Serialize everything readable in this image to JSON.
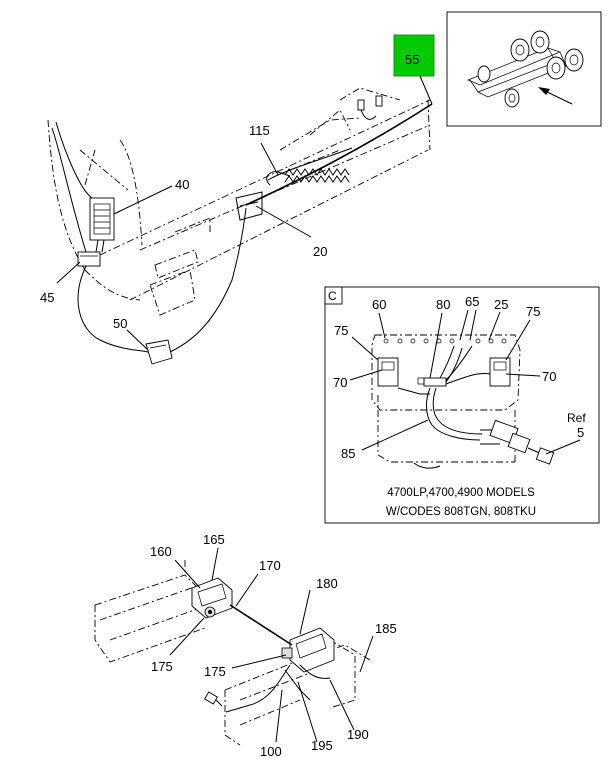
{
  "callouts": {
    "c55": "55",
    "c115": "115",
    "c40": "40",
    "c20": "20",
    "c45": "45",
    "c50": "50",
    "c160": "160",
    "c165": "165",
    "c170": "170",
    "c180": "180",
    "c185": "185",
    "c175a": "175",
    "c175b": "175",
    "c100": "100",
    "c195": "195",
    "c190": "190"
  },
  "detail_c": {
    "tag": "C",
    "c60": "60",
    "c80": "80",
    "c65": "65",
    "c25": "25",
    "c75a": "75",
    "c75b": "75",
    "c70a": "70",
    "c70b": "70",
    "c85": "85",
    "ref": "Ref",
    "ref_num": "5",
    "caption_line1": "4700LP,4700,4900 MODELS",
    "caption_line2": "W/CODES 808TGN, 808TKU"
  },
  "colors": {
    "highlight": "#00cc00",
    "line": "#000000"
  }
}
